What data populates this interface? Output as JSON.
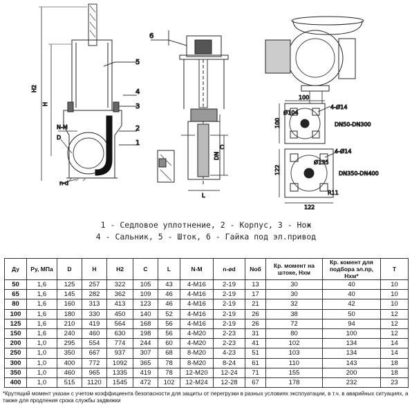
{
  "drawing": {
    "callouts": [
      "1",
      "2",
      "3",
      "4",
      "5",
      "6"
    ],
    "dims": {
      "h2": "H2",
      "h": "H",
      "nm": "N-M",
      "d": "D",
      "nd": "n-d",
      "c": "C",
      "dn": "DN",
      "l": "L",
      "a100": "100",
      "d104": "Ø104",
      "d4": "4-Ø14",
      "v100": "100",
      "dn_small": "DN50-DN300",
      "a122": "122",
      "d4b": "4-Ø14",
      "d135": "Ø135",
      "v122": "122",
      "dn_large": "DN350-DN400",
      "r11": "R11"
    }
  },
  "legend": {
    "line1": "1 - Седловое уплотнение, 2 - Корпус, 3 - Нож",
    "line2": "4 - Сальник, 5 - Шток, 6 - Гайка под эл.привод"
  },
  "table": {
    "headers": [
      "Ду",
      "Ру, МПа",
      "D",
      "H",
      "H2",
      "C",
      "L",
      "N-M",
      "n-ød",
      "Nоб",
      "Кр. момент на штоке, Нхм",
      "Кр. комент для подбора эл.пр, Нхм*",
      "T"
    ],
    "rows": [
      [
        "50",
        "1,6",
        "125",
        "257",
        "322",
        "105",
        "43",
        "4-M16",
        "2-19",
        "13",
        "30",
        "40",
        "10"
      ],
      [
        "65",
        "1,6",
        "145",
        "282",
        "362",
        "109",
        "46",
        "4-M16",
        "2-19",
        "17",
        "30",
        "40",
        "10"
      ],
      [
        "80",
        "1,6",
        "160",
        "313",
        "413",
        "123",
        "46",
        "4-M16",
        "2-19",
        "21",
        "32",
        "42",
        "10"
      ],
      [
        "100",
        "1,6",
        "180",
        "330",
        "450",
        "140",
        "52",
        "4-M16",
        "2-19",
        "26",
        "38",
        "50",
        "12"
      ],
      [
        "125",
        "1,6",
        "210",
        "419",
        "564",
        "168",
        "56",
        "4-M16",
        "2-19",
        "26",
        "72",
        "94",
        "12"
      ],
      [
        "150",
        "1,6",
        "240",
        "460",
        "630",
        "198",
        "56",
        "4-M20",
        "2-23",
        "31",
        "80",
        "100",
        "12"
      ],
      [
        "200",
        "1,0",
        "295",
        "554",
        "774",
        "244",
        "60",
        "4-M20",
        "2-23",
        "41",
        "102",
        "134",
        "14"
      ],
      [
        "250",
        "1,0",
        "350",
        "667",
        "937",
        "307",
        "68",
        "8-M20",
        "4-23",
        "51",
        "103",
        "134",
        "14"
      ],
      [
        "300",
        "1,0",
        "400",
        "772",
        "1092",
        "365",
        "78",
        "8-M20",
        "8-24",
        "61",
        "110",
        "143",
        "18"
      ],
      [
        "350",
        "1,0",
        "460",
        "965",
        "1335",
        "419",
        "78",
        "12-M20",
        "12-24",
        "71",
        "155",
        "200",
        "18"
      ],
      [
        "400",
        "1,0",
        "515",
        "1120",
        "1545",
        "472",
        "102",
        "12-M24",
        "12-28",
        "67",
        "178",
        "232",
        "23"
      ]
    ]
  },
  "footnote": "*Крутящий момент указан с учетом коэффициента безопасности для защиты от перегрузки в разных условиях эксплуатации, в т.ч. в аварийных ситуациях, а также для продления срока службы задвижки"
}
